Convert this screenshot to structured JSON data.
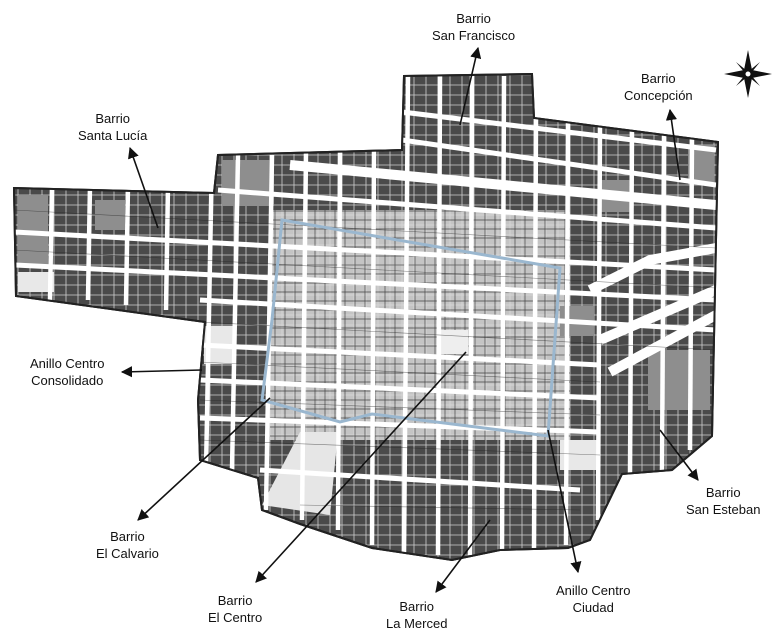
{
  "labels": {
    "san_francisco": {
      "line1": "Barrio",
      "line2": "San Francisco"
    },
    "concepcion": {
      "line1": "Barrio",
      "line2": "Concepción"
    },
    "santa_lucia": {
      "line1": "Barrio",
      "line2": "Santa Lucía"
    },
    "anillo_consolidado": {
      "line1": "Anillo Centro",
      "line2": "Consolidado"
    },
    "el_calvario": {
      "line1": "Barrio",
      "line2": "El Calvario"
    },
    "el_centro": {
      "line1": "Barrio",
      "line2": "El Centro"
    },
    "la_merced": {
      "line1": "Barrio",
      "line2": "La Merced"
    },
    "anillo_ciudad": {
      "line1": "Anillo Centro",
      "line2": "Ciudad"
    },
    "san_esteban": {
      "line1": "Barrio",
      "line2": "San Esteban"
    }
  },
  "colors": {
    "block_dark": "#5a5a5a",
    "block_mid": "#8e8e8e",
    "block_light": "#d4d4d4",
    "street": "#ffffff",
    "outline": "#222222",
    "ring": "#9ab7cf",
    "arrow": "#111111"
  },
  "icons": {
    "north_arrow": "compass-rose-icon"
  }
}
